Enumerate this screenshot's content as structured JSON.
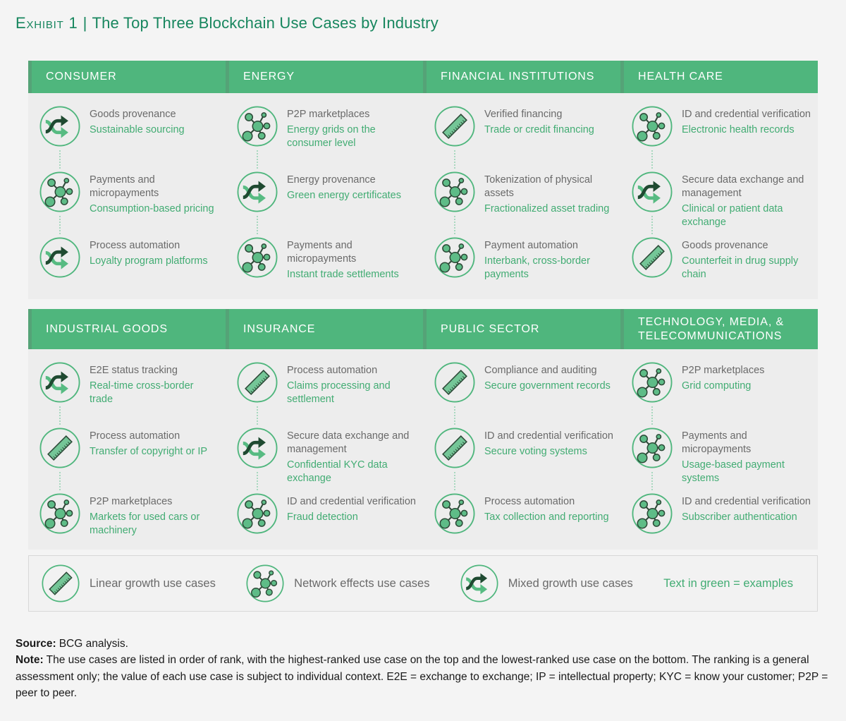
{
  "page": {
    "title_prefix": "Exhibit 1",
    "title_separator": "|",
    "title_text": "The Top Three Blockchain Use Cases by Industry"
  },
  "colors": {
    "header_green": "#4fb67d",
    "header_stripe": "#55a377",
    "title_green": "#17865e",
    "example_green": "#42ac73",
    "label_gray": "#6a6a6a",
    "panel_gray": "#ededed",
    "icon_fill_green": "#5ebc87",
    "icon_dark_green": "#1f4a31"
  },
  "industries": [
    {
      "name": "CONSUMER",
      "use_cases": [
        {
          "icon": "mixed-growth",
          "title": "Goods provenance",
          "example": "Sustainable sourcing"
        },
        {
          "icon": "network-effects",
          "title": "Payments and micropayments",
          "example": "Consumption-based pricing"
        },
        {
          "icon": "mixed-growth",
          "title": "Process automation",
          "example": "Loyalty program platforms"
        }
      ]
    },
    {
      "name": "ENERGY",
      "use_cases": [
        {
          "icon": "network-effects",
          "title": "P2P marketplaces",
          "example": "Energy grids on the consumer level"
        },
        {
          "icon": "mixed-growth",
          "title": "Energy provenance",
          "example": "Green energy certificates"
        },
        {
          "icon": "network-effects",
          "title": "Payments and micropayments",
          "example": "Instant trade settlements"
        }
      ]
    },
    {
      "name": "FINANCIAL INSTITUTIONS",
      "use_cases": [
        {
          "icon": "linear-growth",
          "title": "Verified financing",
          "example": "Trade or credit financing"
        },
        {
          "icon": "network-effects",
          "title": "Tokenization of physical assets",
          "example": "Fractionalized asset trading"
        },
        {
          "icon": "network-effects",
          "title": "Payment automation",
          "example": "Interbank, cross-border payments"
        }
      ]
    },
    {
      "name": "HEALTH CARE",
      "use_cases": [
        {
          "icon": "network-effects",
          "title": "ID and credential verification",
          "example": "Electronic health records"
        },
        {
          "icon": "mixed-growth",
          "title": "Secure data exchange and management",
          "example": "Clinical or patient data exchange"
        },
        {
          "icon": "linear-growth",
          "title": "Goods provenance",
          "example": "Counterfeit in drug supply chain"
        }
      ]
    },
    {
      "name": "INDUSTRIAL GOODS",
      "use_cases": [
        {
          "icon": "mixed-growth",
          "title": "E2E status tracking",
          "example": "Real-time cross-border trade"
        },
        {
          "icon": "linear-growth",
          "title": "Process automation",
          "example": "Transfer of copyright or IP"
        },
        {
          "icon": "network-effects",
          "title": "P2P marketplaces",
          "example": "Markets for used cars or machinery"
        }
      ]
    },
    {
      "name": "INSURANCE",
      "use_cases": [
        {
          "icon": "linear-growth",
          "title": "Process automation",
          "example": "Claims processing and settlement"
        },
        {
          "icon": "mixed-growth",
          "title": "Secure data exchange and management",
          "example": "Confidential KYC data exchange"
        },
        {
          "icon": "network-effects",
          "title": "ID and credential verification",
          "example": "Fraud detection"
        }
      ]
    },
    {
      "name": "PUBLIC SECTOR",
      "use_cases": [
        {
          "icon": "linear-growth",
          "title": "Compliance and auditing",
          "example": "Secure government records"
        },
        {
          "icon": "linear-growth",
          "title": "ID and credential verification",
          "example": "Secure voting systems"
        },
        {
          "icon": "network-effects",
          "title": "Process automation",
          "example": "Tax collection and reporting"
        }
      ]
    },
    {
      "name": "TECHNOLOGY, MEDIA, & TELECOMMUNICATIONS",
      "use_cases": [
        {
          "icon": "network-effects",
          "title": "P2P marketplaces",
          "example": "Grid computing"
        },
        {
          "icon": "network-effects",
          "title": "Payments and micropayments",
          "example": "Usage-based payment systems"
        },
        {
          "icon": "network-effects",
          "title": "ID and credential verification",
          "example": "Subscriber authentication"
        }
      ]
    }
  ],
  "legend": {
    "items": [
      {
        "icon": "linear-growth",
        "label": "Linear growth use cases"
      },
      {
        "icon": "network-effects",
        "label": "Network effects use cases"
      },
      {
        "icon": "mixed-growth",
        "label": "Mixed growth use cases"
      }
    ],
    "note": "Text in green = examples"
  },
  "footer": {
    "source_label": "Source:",
    "source_text": "BCG analysis.",
    "note_label": "Note:",
    "note_text": "The use cases are listed in order of rank, with the highest-ranked use case on the top and the lowest-ranked use case on the bottom. The ranking is a general assessment only; the value of each use case is subject to individual context. E2E = exchange to exchange; IP = intellectual property; KYC = know your customer; P2P = peer to peer."
  }
}
